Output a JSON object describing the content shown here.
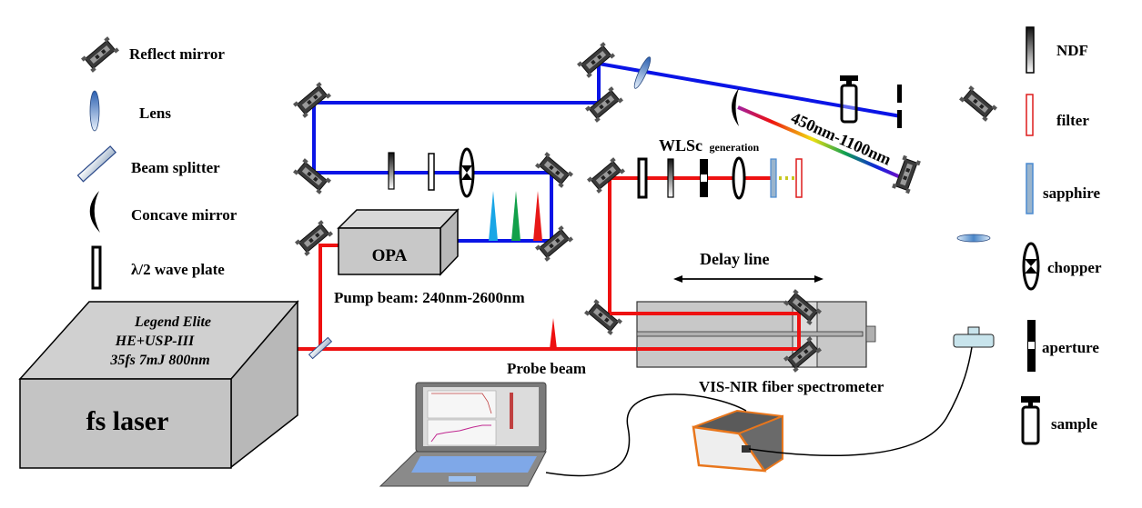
{
  "legend_left": [
    {
      "icon": "reflect-mirror",
      "label": "Reflect mirror"
    },
    {
      "icon": "lens",
      "label": "Lens"
    },
    {
      "icon": "beam-splitter",
      "label": "Beam splitter"
    },
    {
      "icon": "concave-mirror",
      "label": "Concave mirror"
    },
    {
      "icon": "half-wave-plate",
      "label": "λ/2 wave plate"
    }
  ],
  "legend_right": [
    {
      "icon": "ndf",
      "label": "NDF"
    },
    {
      "icon": "filter",
      "label": "filter"
    },
    {
      "icon": "sapphire",
      "label": "sapphire"
    },
    {
      "icon": "chopper",
      "label": "chopper"
    },
    {
      "icon": "aperture",
      "label": "aperture"
    },
    {
      "icon": "sample",
      "label": "sample"
    }
  ],
  "laser": {
    "model_line1": "Legend Elite",
    "model_line2": "HE+USP-III",
    "specs": "35fs 7mJ 800nm",
    "name": "fs  laser"
  },
  "opa": {
    "label": "OPA"
  },
  "labels": {
    "pump_beam": "Pump beam: 240nm-2600nm",
    "probe_beam": "Probe beam",
    "delay_line": "Delay  line",
    "wlsc_main": "WLSc",
    "wlsc_sub": "generation",
    "wl_range": "450nm-1100nm",
    "spectrometer": "VIS-NIR fiber spectrometer"
  },
  "colors": {
    "pump_blue": "#0a14e6",
    "fundamental_red": "#ee1111",
    "box_gray": "#c8c8c8",
    "filter_red": "#dd1c1c",
    "sapphire_blue": "#8fb0d0",
    "pulse_cyan": "#1aa6e6",
    "pulse_green": "#12a04a",
    "pulse_red": "#e81818",
    "spectrometer_orange": "#e8761c"
  }
}
